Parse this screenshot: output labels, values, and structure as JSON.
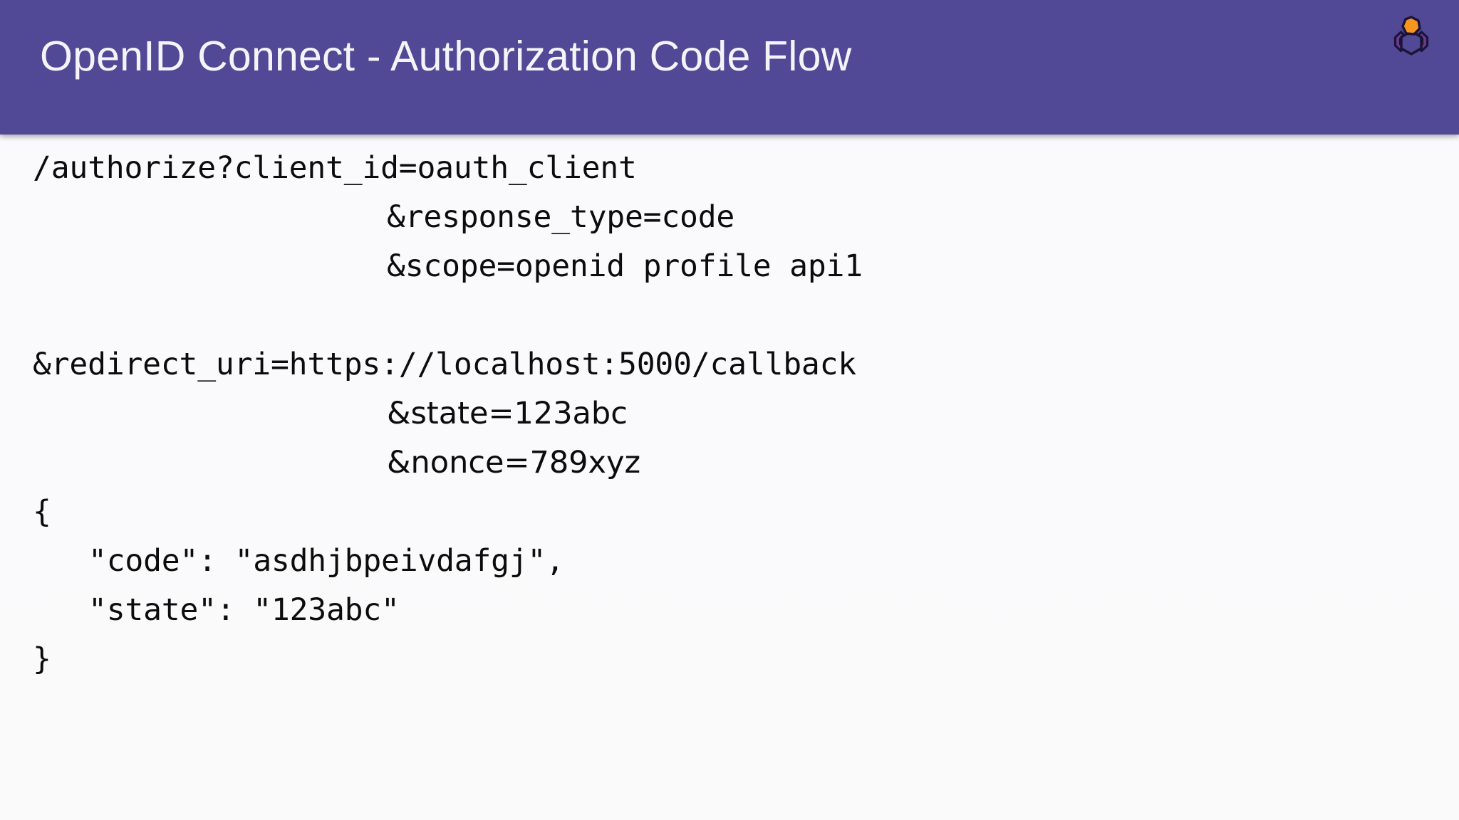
{
  "slide": {
    "background_color": "#f8f8fa",
    "header": {
      "background_color": "#514896",
      "title": "OpenID Connect - Authorization Code Flow",
      "title_color": "#f4f3f8",
      "logo": {
        "name": "identity-person-icon",
        "head_color": "#f7961e",
        "body_color": "#6a3b8f",
        "outline_color": "#1b1338"
      }
    },
    "code": {
      "lines": [
        {
          "id": "l1",
          "text": "/authorize?client_id=oauth_client",
          "indent": false,
          "font": "mono"
        },
        {
          "id": "l2",
          "text": "&response_type=code",
          "indent": true,
          "font": "mono"
        },
        {
          "id": "l3",
          "text": "&scope=openid profile api1",
          "indent": true,
          "font": "mono"
        },
        {
          "id": "l4",
          "text": "",
          "indent": false,
          "font": "mono"
        },
        {
          "id": "l5",
          "text": "&redirect_uri=https://localhost:5000/callback",
          "indent": false,
          "font": "mono"
        },
        {
          "id": "l6",
          "text": "&state=123abc",
          "indent": true,
          "font": "prop"
        },
        {
          "id": "l7",
          "text": "&nonce=789xyz",
          "indent": true,
          "font": "prop"
        }
      ]
    },
    "json_response": {
      "lines": [
        {
          "id": "j1",
          "text": "{",
          "level": 0
        },
        {
          "id": "j2",
          "text": "\"code\": \"asdhjbpeivdafgj\",",
          "level": 1
        },
        {
          "id": "j3",
          "text": "\"state\": \"123abc\"",
          "level": 1
        },
        {
          "id": "j4",
          "text": "}",
          "level": 0
        }
      ]
    }
  }
}
